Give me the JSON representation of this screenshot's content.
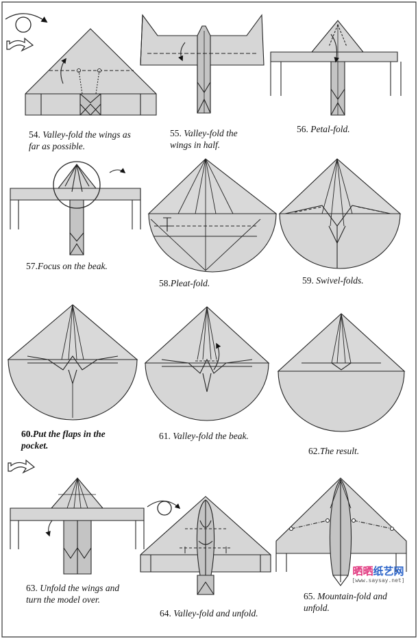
{
  "steps": [
    {
      "num": "54.",
      "text": "Valley-fold the wings as far as possible.",
      "lines": [
        "Valley-fold the wings as",
        "far as possible."
      ]
    },
    {
      "num": "55.",
      "text": "Valley-fold the wings in half.",
      "lines": [
        "Valley-fold the",
        "wings in half."
      ]
    },
    {
      "num": "56.",
      "text": "Petal-fold.",
      "lines": [
        "Petal-fold."
      ]
    },
    {
      "num": "57.",
      "text": "Focus on the beak.",
      "lines": [
        "Focus on the beak."
      ]
    },
    {
      "num": "58.",
      "text": "Pleat-fold.",
      "lines": [
        "Pleat-fold."
      ]
    },
    {
      "num": "59.",
      "text": "Swivel-folds.",
      "lines": [
        "Swivel-folds."
      ]
    },
    {
      "num": "60.",
      "text": "Put the flaps in the pocket.",
      "lines": [
        "Put the flaps in the",
        "pocket."
      ]
    },
    {
      "num": "61.",
      "text": "Valley-fold the beak.",
      "lines": [
        "Valley-fold the beak."
      ]
    },
    {
      "num": "62.",
      "text": "The result.",
      "lines": [
        "The result."
      ]
    },
    {
      "num": "63.",
      "text": "Unfold the wings and turn the model over.",
      "lines": [
        "Unfold the wings and",
        "turn the model over."
      ]
    },
    {
      "num": "64.",
      "text": "Valley-fold and unfold.",
      "lines": [
        "Valley-fold and unfold."
      ]
    },
    {
      "num": "65.",
      "text": "Mountain-fold and unfold.",
      "lines": [
        "Mountain-fold and",
        "unfold."
      ]
    }
  ],
  "watermark": {
    "main": "晒晒纸艺网",
    "url": "[www.saysay.net]",
    "colors": {
      "pink": "#e0307a",
      "blue": "#2a63c9"
    }
  },
  "colors": {
    "paper": "#d6d6d6",
    "paper_dark": "#c4c4c4",
    "line": "#222222",
    "frame": "#333333"
  }
}
